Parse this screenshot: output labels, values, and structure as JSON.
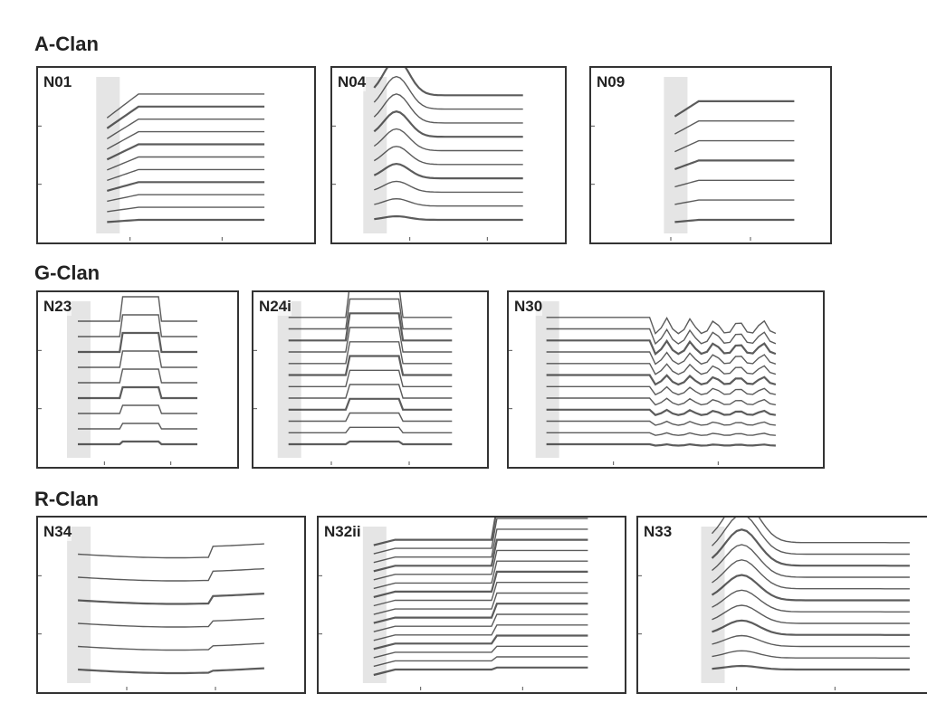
{
  "clans": [
    {
      "title": "A-Clan",
      "calls": [
        "N01",
        "N04",
        "N09"
      ]
    },
    {
      "title": "G-Clan",
      "calls": [
        "N23",
        "N24i",
        "N30"
      ]
    },
    {
      "title": "R-Clan",
      "calls": [
        "N34",
        "N32ii",
        "N33"
      ]
    }
  ]
}
